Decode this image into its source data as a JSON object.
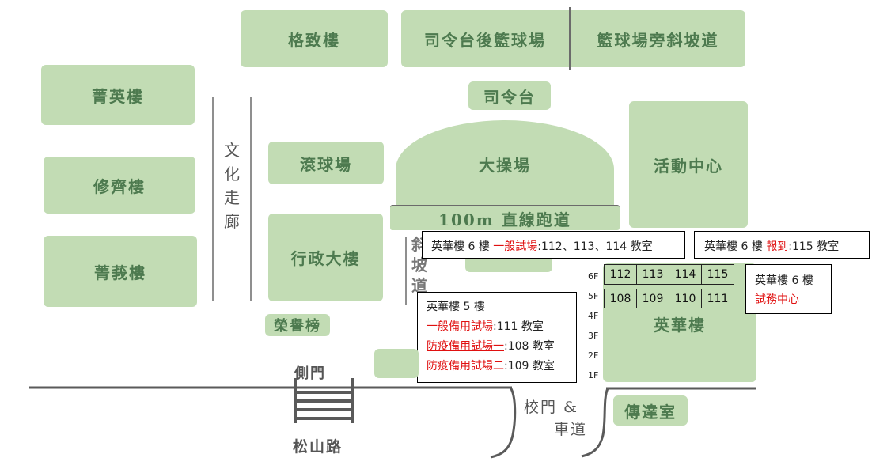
{
  "map": {
    "colors": {
      "building": "#c2dcb4",
      "building_text": "#4d7a4f",
      "highlight": "#e01010",
      "road": "#5a5a5a"
    },
    "buildings": {
      "gezhi": "格致樓",
      "court_behind_stage": "司令台後籃球場",
      "court_ramp": "籃球場旁斜坡道",
      "jingying": "菁英樓",
      "stage": "司令台",
      "xiuqi": "修齊樓",
      "gateball": "滾球場",
      "field": "大操場",
      "activity_center": "活動中心",
      "track": "100m 直線跑道",
      "jingbo": "菁莪樓",
      "admin": "行政大樓",
      "honor_board": "榮譽榜",
      "yinghua": "英華樓",
      "reception": "傳達室"
    },
    "corridor_chars": [
      "文",
      "化",
      "走",
      "廊"
    ],
    "ramp_chars": [
      "斜",
      "坡",
      "道"
    ],
    "side_gate": "側門",
    "road_name": "松山路",
    "main_gate_line1": "校門 &",
    "main_gate_line2": "車道"
  },
  "callouts": {
    "exam_6f": {
      "prefix": "英華樓 6 樓 ",
      "highlight": "一般試場",
      "suffix": ":112、113、114 教室"
    },
    "checkin_6f": {
      "prefix": "英華樓 6 樓 ",
      "highlight": "報到",
      "suffix": ":115 教室"
    },
    "center_6f": {
      "line1": "英華樓 6 樓",
      "highlight": "試務中心"
    },
    "backup_5f": {
      "title": "英華樓 5 樓",
      "rows": [
        {
          "highlight": "一般備用試場",
          "suffix": ":111 教室"
        },
        {
          "highlight": "防疫備用試場一",
          "suffix": ":108 教室"
        },
        {
          "highlight": "防疫備用試場二",
          "suffix": ":109 教室"
        }
      ]
    }
  },
  "floor_plan": {
    "floors": [
      "6F",
      "5F",
      "4F",
      "3F",
      "2F",
      "1F"
    ],
    "rooms_6f": [
      "112",
      "113",
      "114",
      "115"
    ],
    "rooms_5f": [
      "108",
      "109",
      "110",
      "111"
    ]
  }
}
